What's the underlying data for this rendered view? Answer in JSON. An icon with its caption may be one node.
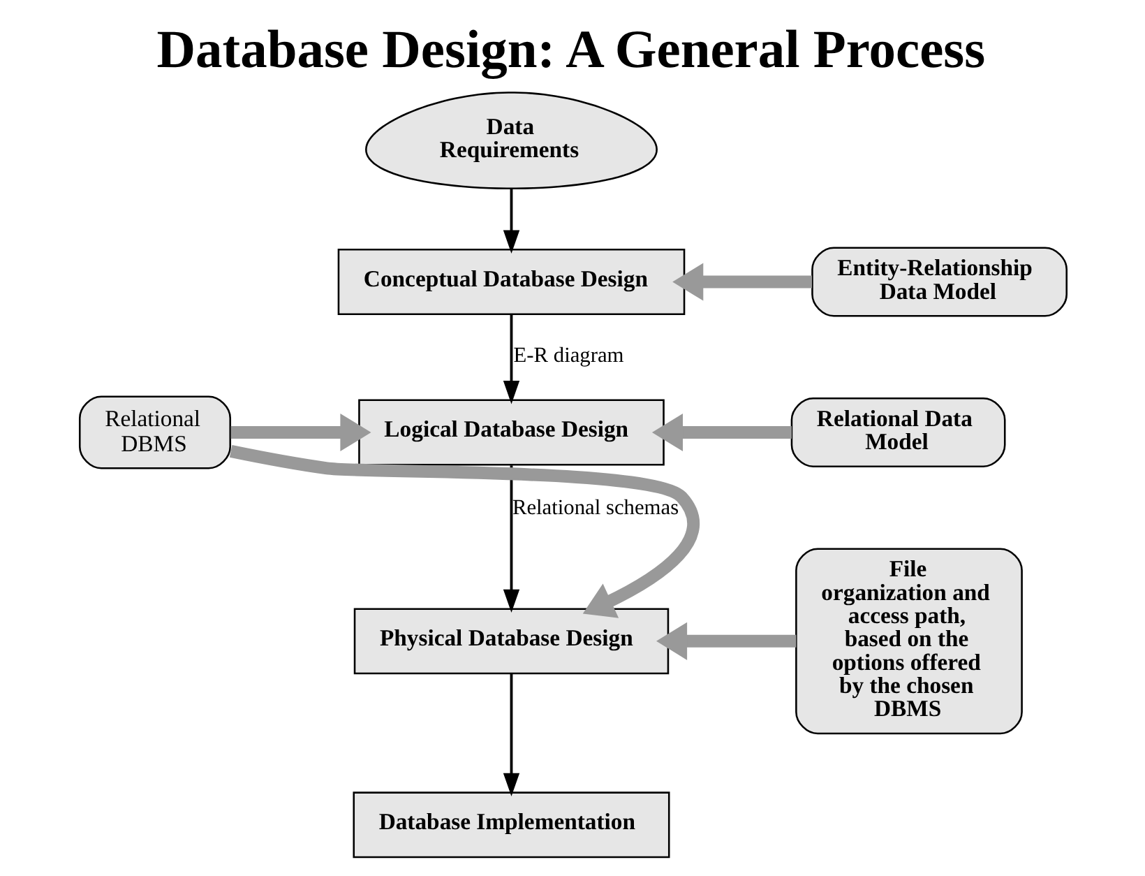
{
  "diagram": {
    "title": "Database Design: A General Process",
    "nodes": [
      {
        "text": [
          "Data Requirements"
        ]
      },
      {
        "text": [
          "Conceptual Database Design"
        ]
      },
      {
        "text": [
          "Entity-Relationship Data Model"
        ]
      },
      {
        "text": [
          "Logical Database Design"
        ]
      },
      {
        "text": [
          "Relational Data Model"
        ]
      },
      {
        "text": [
          "Relational DBMS"
        ]
      },
      {
        "text": [
          "Physical Database Design"
        ]
      },
      {
        "text": [
          "File organization and access path, based on the options offered by the chosen DBMS"
        ]
      },
      {
        "text": [
          "Database Implementation"
        ]
      }
    ],
    "edges": [
      {
        "from": 0,
        "to": 1,
        "arrow": "to",
        "color": "#000000"
      },
      {
        "from": 2,
        "to": 1,
        "arrow": "to"
      },
      {
        "from": 1,
        "to": 3,
        "arrow": "to",
        "label": "E-R diagram",
        "color": "#000000"
      },
      {
        "from": 4,
        "to": 3,
        "arrow": "to"
      },
      {
        "from": 5,
        "to": 3,
        "arrow": "to"
      },
      {
        "from": 3,
        "to": 6,
        "arrow": "to",
        "label": "Relational schemas",
        "color": "#000000"
      },
      {
        "from": 5,
        "to": 6,
        "arrow": "to"
      },
      {
        "from": 7,
        "to": 6,
        "arrow": "to"
      },
      {
        "from": 6,
        "to": 8,
        "arrow": "to",
        "color": "#000000"
      }
    ]
  }
}
